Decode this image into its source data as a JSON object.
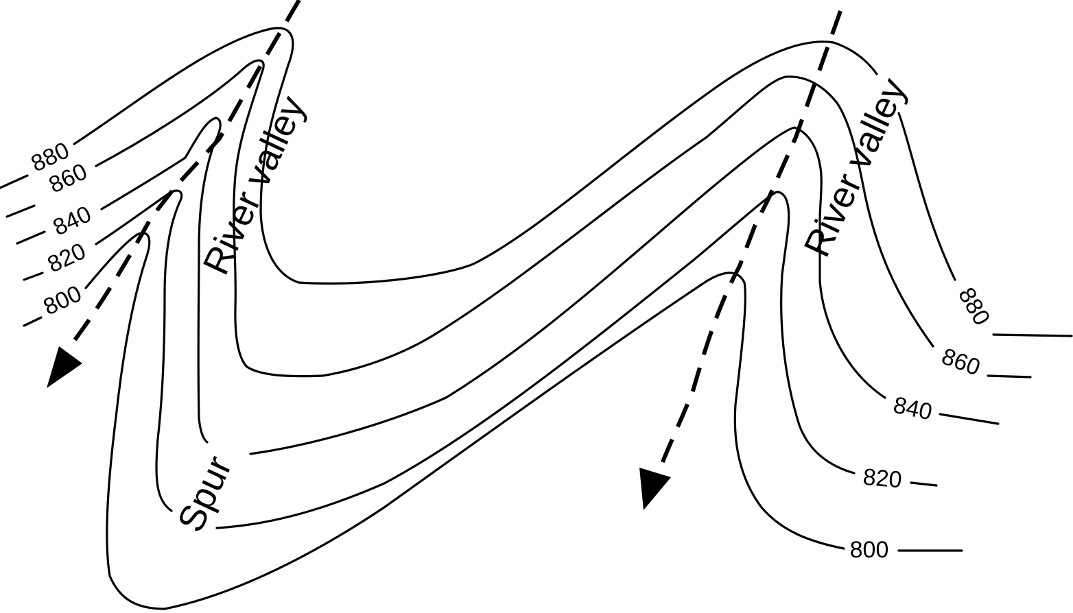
{
  "map": {
    "contour_interval": 20,
    "contours": [
      {
        "elevation": 880,
        "left_label": "880",
        "right_label": "880"
      },
      {
        "elevation": 860,
        "left_label": "860",
        "right_label": "860"
      },
      {
        "elevation": 840,
        "left_label": "840",
        "right_label": "840"
      },
      {
        "elevation": 820,
        "left_label": "820",
        "right_label": "820"
      },
      {
        "elevation": 800,
        "left_label": "800",
        "right_label": "800"
      }
    ],
    "features": {
      "river_valley_left": "River valley",
      "river_valley_right": "River valley",
      "spur": "Spur"
    },
    "rivers": [
      {
        "name": "left river",
        "flow_direction": "down-left"
      },
      {
        "name": "right river",
        "flow_direction": "down"
      }
    ],
    "colors": {
      "ink": "#000000",
      "background": "#ffffff"
    }
  }
}
